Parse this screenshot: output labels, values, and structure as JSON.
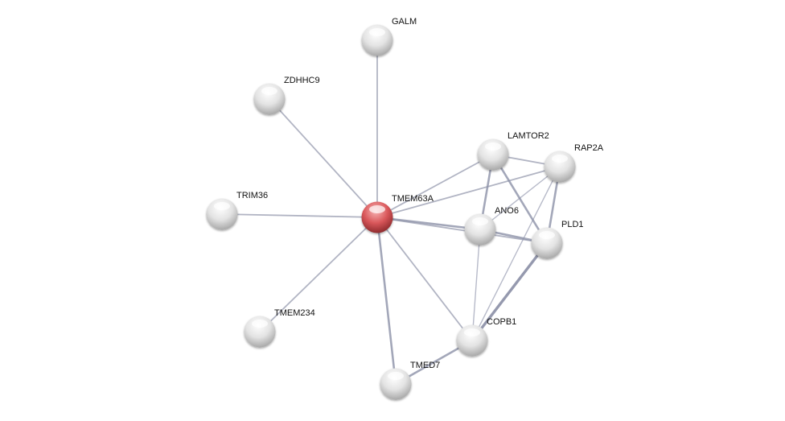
{
  "network": {
    "query_node": "TMEM63A",
    "nodes": [
      "GALM",
      "ZDHHC9",
      "TRIM36",
      "TMEM63A",
      "TMEM234",
      "TMED7",
      "COPB1",
      "ANO6",
      "PLD1",
      "LAMTOR2",
      "RAP2A"
    ],
    "edges": [
      {
        "a": "TMEM63A",
        "b": "GALM",
        "w": 1
      },
      {
        "a": "TMEM63A",
        "b": "ZDHHC9",
        "w": 1
      },
      {
        "a": "TMEM63A",
        "b": "TRIM36",
        "w": 1
      },
      {
        "a": "TMEM63A",
        "b": "TMEM234",
        "w": 1
      },
      {
        "a": "TMEM63A",
        "b": "TMED7",
        "w": 2
      },
      {
        "a": "TMEM63A",
        "b": "COPB1",
        "w": 1
      },
      {
        "a": "TMEM63A",
        "b": "ANO6",
        "w": 2
      },
      {
        "a": "TMEM63A",
        "b": "PLD1",
        "w": 1
      },
      {
        "a": "TMEM63A",
        "b": "LAMTOR2",
        "w": 1
      },
      {
        "a": "TMEM63A",
        "b": "RAP2A",
        "w": 1
      },
      {
        "a": "LAMTOR2",
        "b": "RAP2A",
        "w": 1
      },
      {
        "a": "LAMTOR2",
        "b": "ANO6",
        "w": 2
      },
      {
        "a": "LAMTOR2",
        "b": "PLD1",
        "w": 2
      },
      {
        "a": "RAP2A",
        "b": "ANO6",
        "w": 0.5
      },
      {
        "a": "RAP2A",
        "b": "COPB1",
        "w": 0.5
      },
      {
        "a": "RAP2A",
        "b": "PLD1",
        "w": 2
      },
      {
        "a": "ANO6",
        "b": "PLD1",
        "w": 2
      },
      {
        "a": "ANO6",
        "b": "COPB1",
        "w": 0.5
      },
      {
        "a": "PLD1",
        "b": "COPB1",
        "w": 3
      },
      {
        "a": "COPB1",
        "b": "TMED7",
        "w": 2
      }
    ],
    "colors": {
      "query": "#d9575a",
      "node": "#e8e8e8",
      "edge": "#8a8fa6"
    }
  }
}
